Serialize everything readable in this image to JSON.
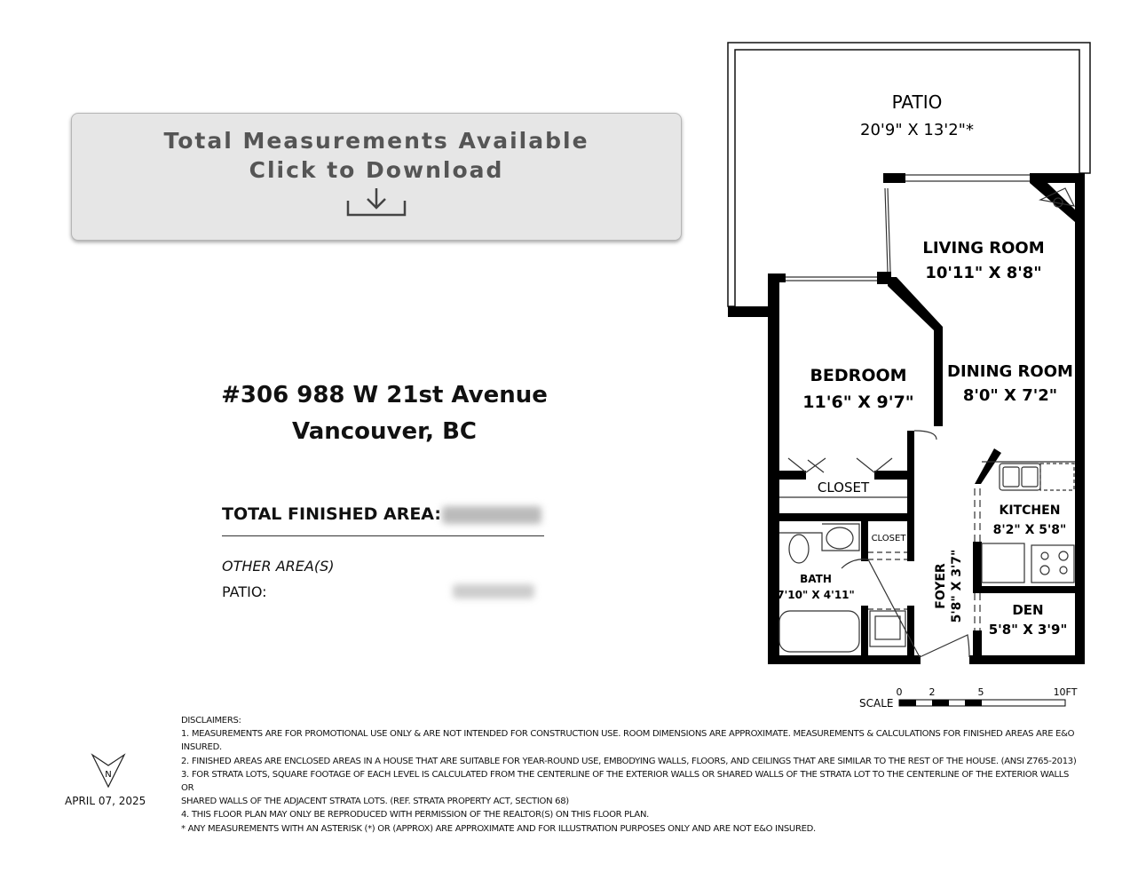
{
  "download": {
    "line1": "Total Measurements Available",
    "line2": "Click to Download",
    "icon": "download-icon"
  },
  "address": {
    "line1": "#306 988 W 21st Avenue",
    "line2": "Vancouver, BC"
  },
  "areas": {
    "total_label": "TOTAL FINISHED AREA:",
    "other_label": "OTHER AREA(S)",
    "patio_label": "PATIO:"
  },
  "north": {
    "letter": "N"
  },
  "date": "APRIL 07, 2025",
  "rooms": {
    "patio": {
      "name": "PATIO",
      "dims": "20'9\" X 13'2\"*"
    },
    "living": {
      "name": "LIVING ROOM",
      "dims": "10'11\" X 8'8\""
    },
    "dining": {
      "name": "DINING ROOM",
      "dims": "8'0\" X 7'2\""
    },
    "bedroom": {
      "name": "BEDROOM",
      "dims": "11'6\" X 9'7\""
    },
    "closet1": {
      "name": "CLOSET"
    },
    "closet2": {
      "name": "CLOSET"
    },
    "kitchen": {
      "name": "KITCHEN",
      "dims": "8'2\" X 5'8\""
    },
    "bath": {
      "name": "BATH",
      "dims": "7'10\" X 4'11\""
    },
    "foyer": {
      "name": "FOYER",
      "dims": "5'8\" X 3'7\""
    },
    "den": {
      "name": "DEN",
      "dims": "5'8\" X 3'9\""
    }
  },
  "scale": {
    "label": "SCALE",
    "ticks": [
      "0",
      "2",
      "5",
      "10FT"
    ]
  },
  "disclaimers": [
    "DISCLAIMERS:",
    "1. MEASUREMENTS ARE FOR PROMOTIONAL USE ONLY & ARE NOT INTENDED FOR CONSTRUCTION USE. ROOM DIMENSIONS ARE APPROXIMATE. MEASUREMENTS & CALCULATIONS FOR FINISHED AREAS ARE E&O INSURED.",
    "2. FINISHED AREAS ARE ENCLOSED AREAS IN A HOUSE THAT ARE SUITABLE FOR YEAR-ROUND USE, EMBODYING WALLS, FLOORS, AND CEILINGS THAT ARE SIMILAR TO THE REST OF THE HOUSE. (ANSI Z765-2013)",
    "3. FOR STRATA LOTS, SQUARE FOOTAGE OF EACH LEVEL IS CALCULATED FROM THE CENTERLINE OF THE EXTERIOR WALLS OR SHARED WALLS OF THE STRATA LOT TO THE CENTERLINE OF THE EXTERIOR WALLS OR",
    "SHARED WALLS OF THE ADJACENT STRATA LOTS. (REF. STRATA PROPERTY ACT, SECTION 68)",
    "4. THIS FLOOR PLAN MAY ONLY BE REPRODUCED WITH PERMISSION OF THE REALTOR(S) ON THIS FLOOR PLAN.",
    "* ANY MEASUREMENTS WITH AN ASTERISK (*) OR (APPROX) ARE APPROXIMATE AND FOR ILLUSTRATION PURPOSES ONLY AND ARE NOT E&O INSURED."
  ]
}
